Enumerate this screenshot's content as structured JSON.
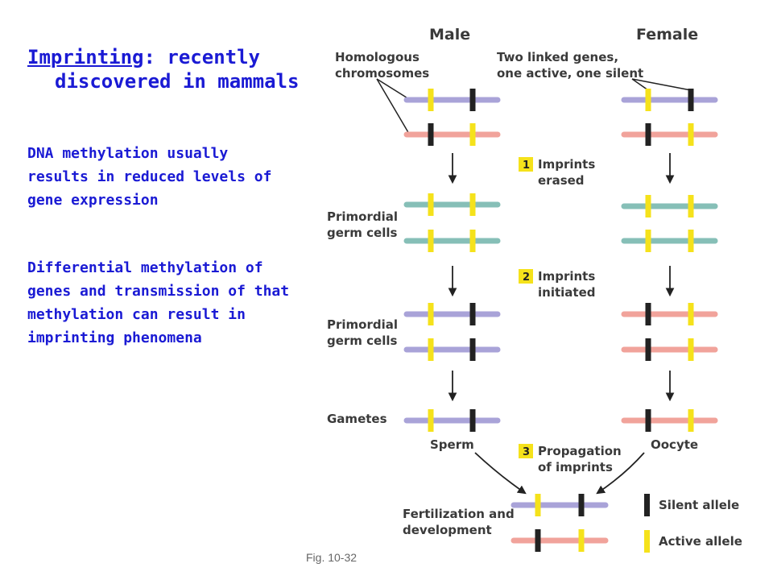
{
  "slide": {
    "title_word": "Imprinting",
    "title_rest": ": recently",
    "title_line2": "discovered in mammals",
    "para1": "DNA methylation usually results in reduced levels of gene expression",
    "para2": "Differential methylation of genes and transmission of that methylation can result in imprinting phenomena"
  },
  "diagram": {
    "male_header": "Male",
    "female_header": "Female",
    "homologous_line1": "Homologous",
    "homologous_line2": "chromosomes",
    "linked_line1": "Two linked genes,",
    "linked_line2": "one active, one silent",
    "step1_number": "1",
    "step1_line1": "Imprints",
    "step1_line2": "erased",
    "step2_number": "2",
    "step2_line1": "Imprints",
    "step2_line2": "initiated",
    "step3_number": "3",
    "step3_line1": "Propagation",
    "step3_line2": "of imprints",
    "primordial_line1": "Primordial",
    "primordial_line2": "germ cells",
    "gametes": "Gametes",
    "sperm": "Sperm",
    "oocyte": "Oocyte",
    "fert_line1": "Fertilization and",
    "fert_line2": "development",
    "legend_silent": "Silent allele",
    "legend_active": "Active allele",
    "figure_label": "Fig. 10-32",
    "colors": {
      "male_chromosome": "#a9a3d8",
      "female_chromosome": "#f1a39b",
      "erased_chromosome": "#86bfb7",
      "active_allele": "#f5e21b",
      "silent_allele": "#222222",
      "step_box": "#f5e21b"
    }
  }
}
